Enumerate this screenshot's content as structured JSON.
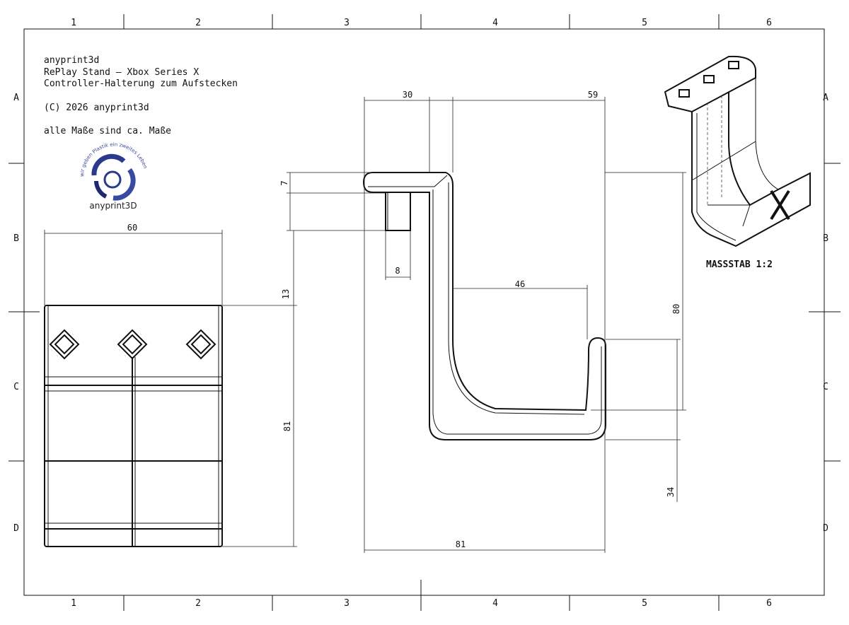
{
  "frame": {
    "columns": [
      "1",
      "2",
      "3",
      "4",
      "5",
      "6"
    ],
    "rows": [
      "A",
      "B",
      "C",
      "D"
    ]
  },
  "title_block": {
    "company": "anyprint3d",
    "product": "RePlay Stand – Xbox Series X",
    "description": "Controller-Halterung zum Aufstecken",
    "copyright": "(C) 2026 anyprint3d",
    "note": "alle Maße sind ca. Maße"
  },
  "logo": {
    "slogan": "wir geben Plastik ein zweites Leben",
    "name": "anyprint3D",
    "color": "#2a3a8c"
  },
  "dimensions": {
    "front_width": "60",
    "front_height": "81",
    "flange_thickness": "7",
    "peg_height": "13",
    "top_left": "30",
    "top_right": "59",
    "peg_width": "8",
    "inner_width": "46",
    "overall_width": "81",
    "right_height": "80",
    "lip_height": "34"
  },
  "scale_label": "MASSSTAB 1:2"
}
